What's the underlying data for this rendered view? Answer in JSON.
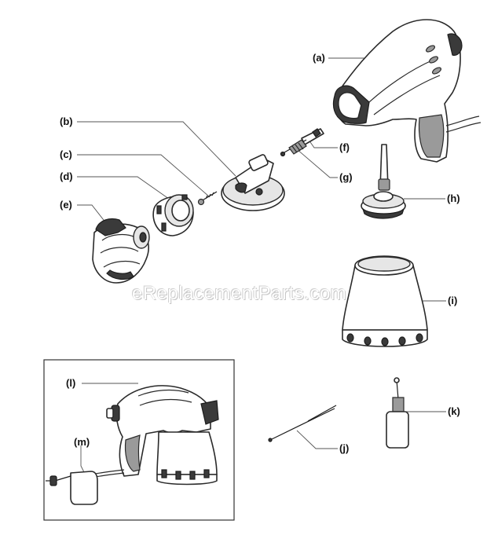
{
  "labels": {
    "a": "(a)",
    "b": "(b)",
    "c": "(c)",
    "d": "(d)",
    "e": "(e)",
    "f": "(f)",
    "g": "(g)",
    "h": "(h)",
    "i": "(i)",
    "j": "(j)",
    "k": "(k)",
    "l": "(l)",
    "m": "(m)"
  },
  "watermark": "eReplacementParts.com"
}
